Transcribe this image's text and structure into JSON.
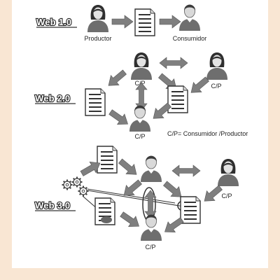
{
  "sections": {
    "web1": "Web 1.0",
    "web2": "Web 2.0",
    "web3": "Web 3.0"
  },
  "labels": {
    "productor": "Productor",
    "consumidor": "Consumidor",
    "cp": "C/P",
    "legend": "C/P= Consumidor /Productor"
  },
  "colors": {
    "page_background": "#f9e6d3",
    "card_background": "#ffffff",
    "arrow": "#7f7f7f",
    "person": "#6e6e6e",
    "document": "#ffffff"
  },
  "icons": [
    "person-icon",
    "document-icon",
    "gears-icon",
    "arrow-icon"
  ]
}
